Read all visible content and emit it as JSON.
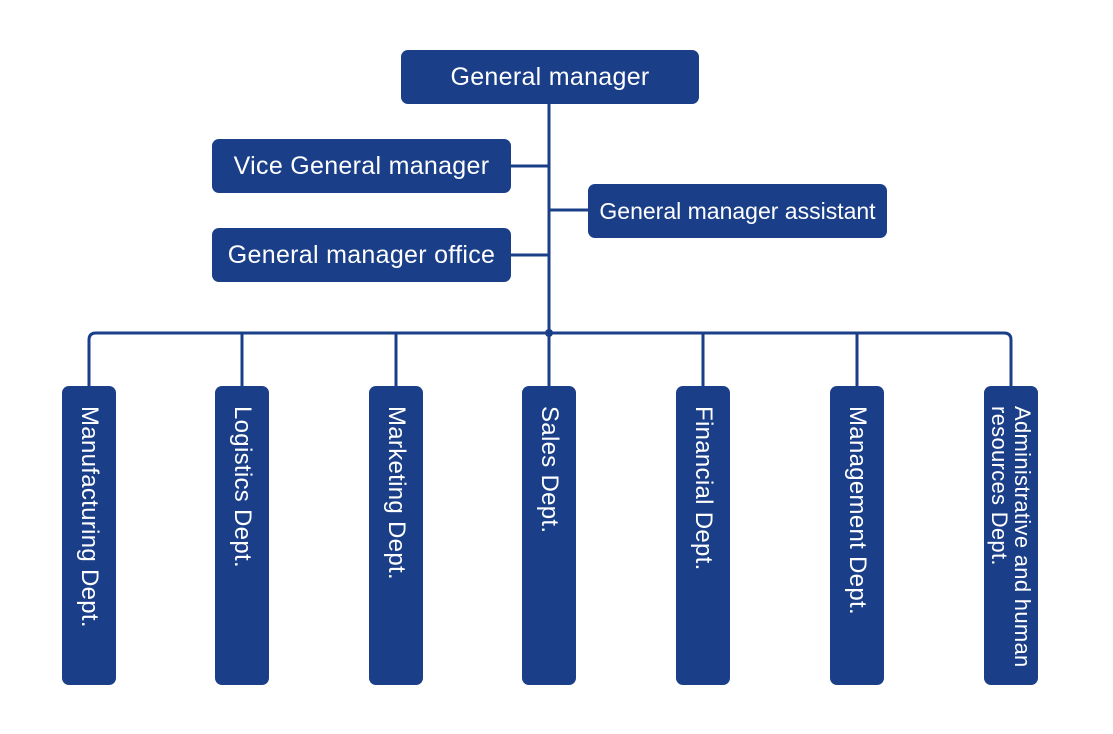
{
  "colors": {
    "box_fill": "#1a3f88",
    "connector": "#1a3f88",
    "text": "#ffffff",
    "background": "#ffffff"
  },
  "top": {
    "general_manager": "General manager"
  },
  "staff": {
    "vice_general_manager": "Vice General manager",
    "general_manager_assistant": "General manager assistant",
    "general_manager_office": "General manager office"
  },
  "departments": [
    {
      "label": "Manufacturing Dept."
    },
    {
      "label": "Logistics Dept."
    },
    {
      "label": "Marketing Dept."
    },
    {
      "label": "Sales Dept."
    },
    {
      "label": "Financial Dept."
    },
    {
      "label": "Management Dept."
    },
    {
      "label": "Administrative and human resources Dept."
    }
  ]
}
